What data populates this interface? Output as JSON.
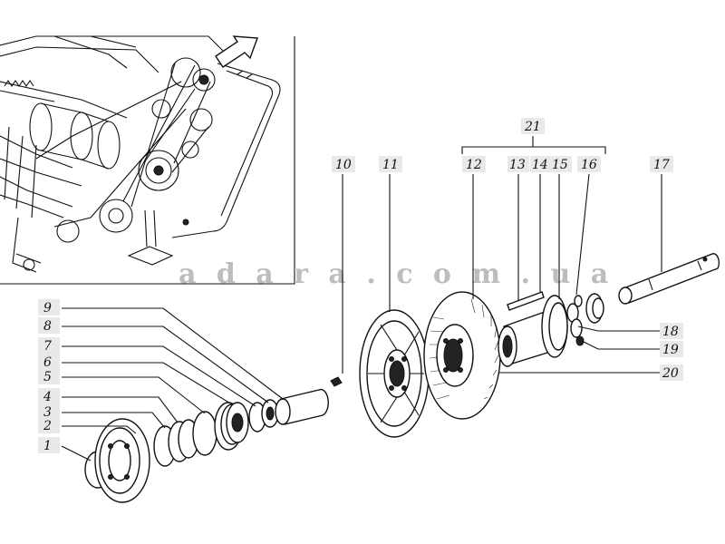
{
  "watermark": "a d a r a . c o m . u a",
  "labels": {
    "l1": "1",
    "l2": "2",
    "l3": "3",
    "l4": "4",
    "l5": "5",
    "l6": "6",
    "l7": "7",
    "l8": "8",
    "l9": "9",
    "l10": "10",
    "l11": "11",
    "l12": "12",
    "l13": "13",
    "l14": "14",
    "l15": "15",
    "l16": "16",
    "l17": "17",
    "l18": "18",
    "l19": "19",
    "l20": "20",
    "l21": "21"
  },
  "colors": {
    "line": "#111111",
    "watermark": "#bdbdbd",
    "label_bg": "#e9e9e9"
  }
}
